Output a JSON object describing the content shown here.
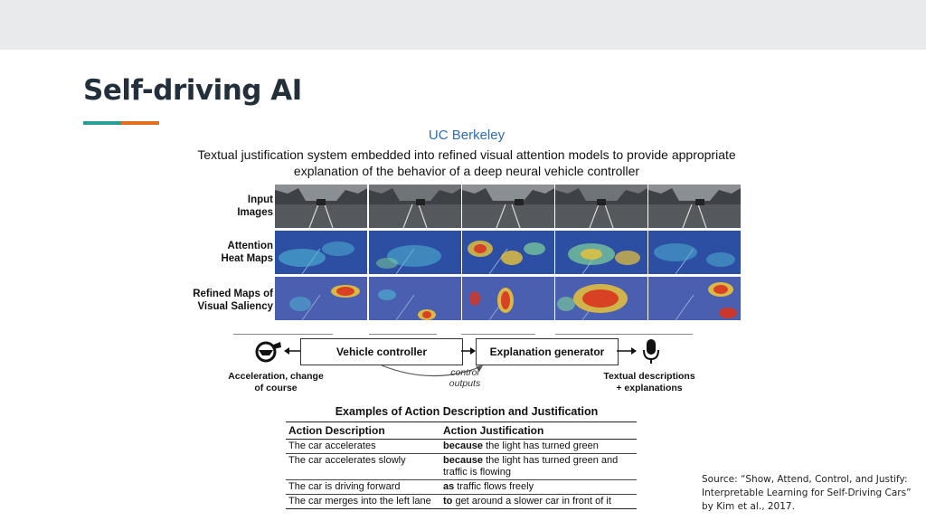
{
  "slide": {
    "title": "Self-driving AI",
    "accent_colors": {
      "teal": "#2a9c96",
      "orange": "#e0701e"
    },
    "source": "Source: “Show, Attend, Control, and Justify: Interpretable Learning for Self-Driving Cars” by Kim et al., 2017."
  },
  "figure": {
    "university": "UC Berkeley",
    "university_color": "#2f6db5",
    "title_line1": "Textual justification system embedded into refined visual attention models to provide appropriate",
    "title_line2": "explanation of the behavior of a deep neural vehicle controller",
    "row_labels": {
      "input_1": "Input",
      "input_2": "Images",
      "attention_1": "Attention",
      "attention_2": "Heat Maps",
      "refined_1": "Refined Maps of",
      "refined_2": "Visual Saliency"
    },
    "pipeline": {
      "vehicle_controller": "Vehicle controller",
      "explanation_generator": "Explanation generator",
      "control_1": "control",
      "control_2": "outputs",
      "accel_1": "Acceleration, change",
      "accel_2": "of course",
      "textual_1": "Textual descriptions",
      "textual_2": "+ explanations"
    },
    "table": {
      "title": "Examples of Action Description and Justification",
      "headers": [
        "Action Description",
        "Action Justification"
      ],
      "rows": [
        {
          "description": "The car accelerates",
          "keyword": "because",
          "rest": " the light has turned green"
        },
        {
          "description": "The car accelerates slowly",
          "keyword": "because",
          "rest": " the light has turned green and traffic is flowing"
        },
        {
          "description": "The car is driving forward",
          "keyword": "as",
          "rest": " traffic flows freely"
        },
        {
          "description": "The car merges into the left lane",
          "keyword": "to",
          "rest": " get around a slower car in front of it"
        }
      ]
    }
  }
}
